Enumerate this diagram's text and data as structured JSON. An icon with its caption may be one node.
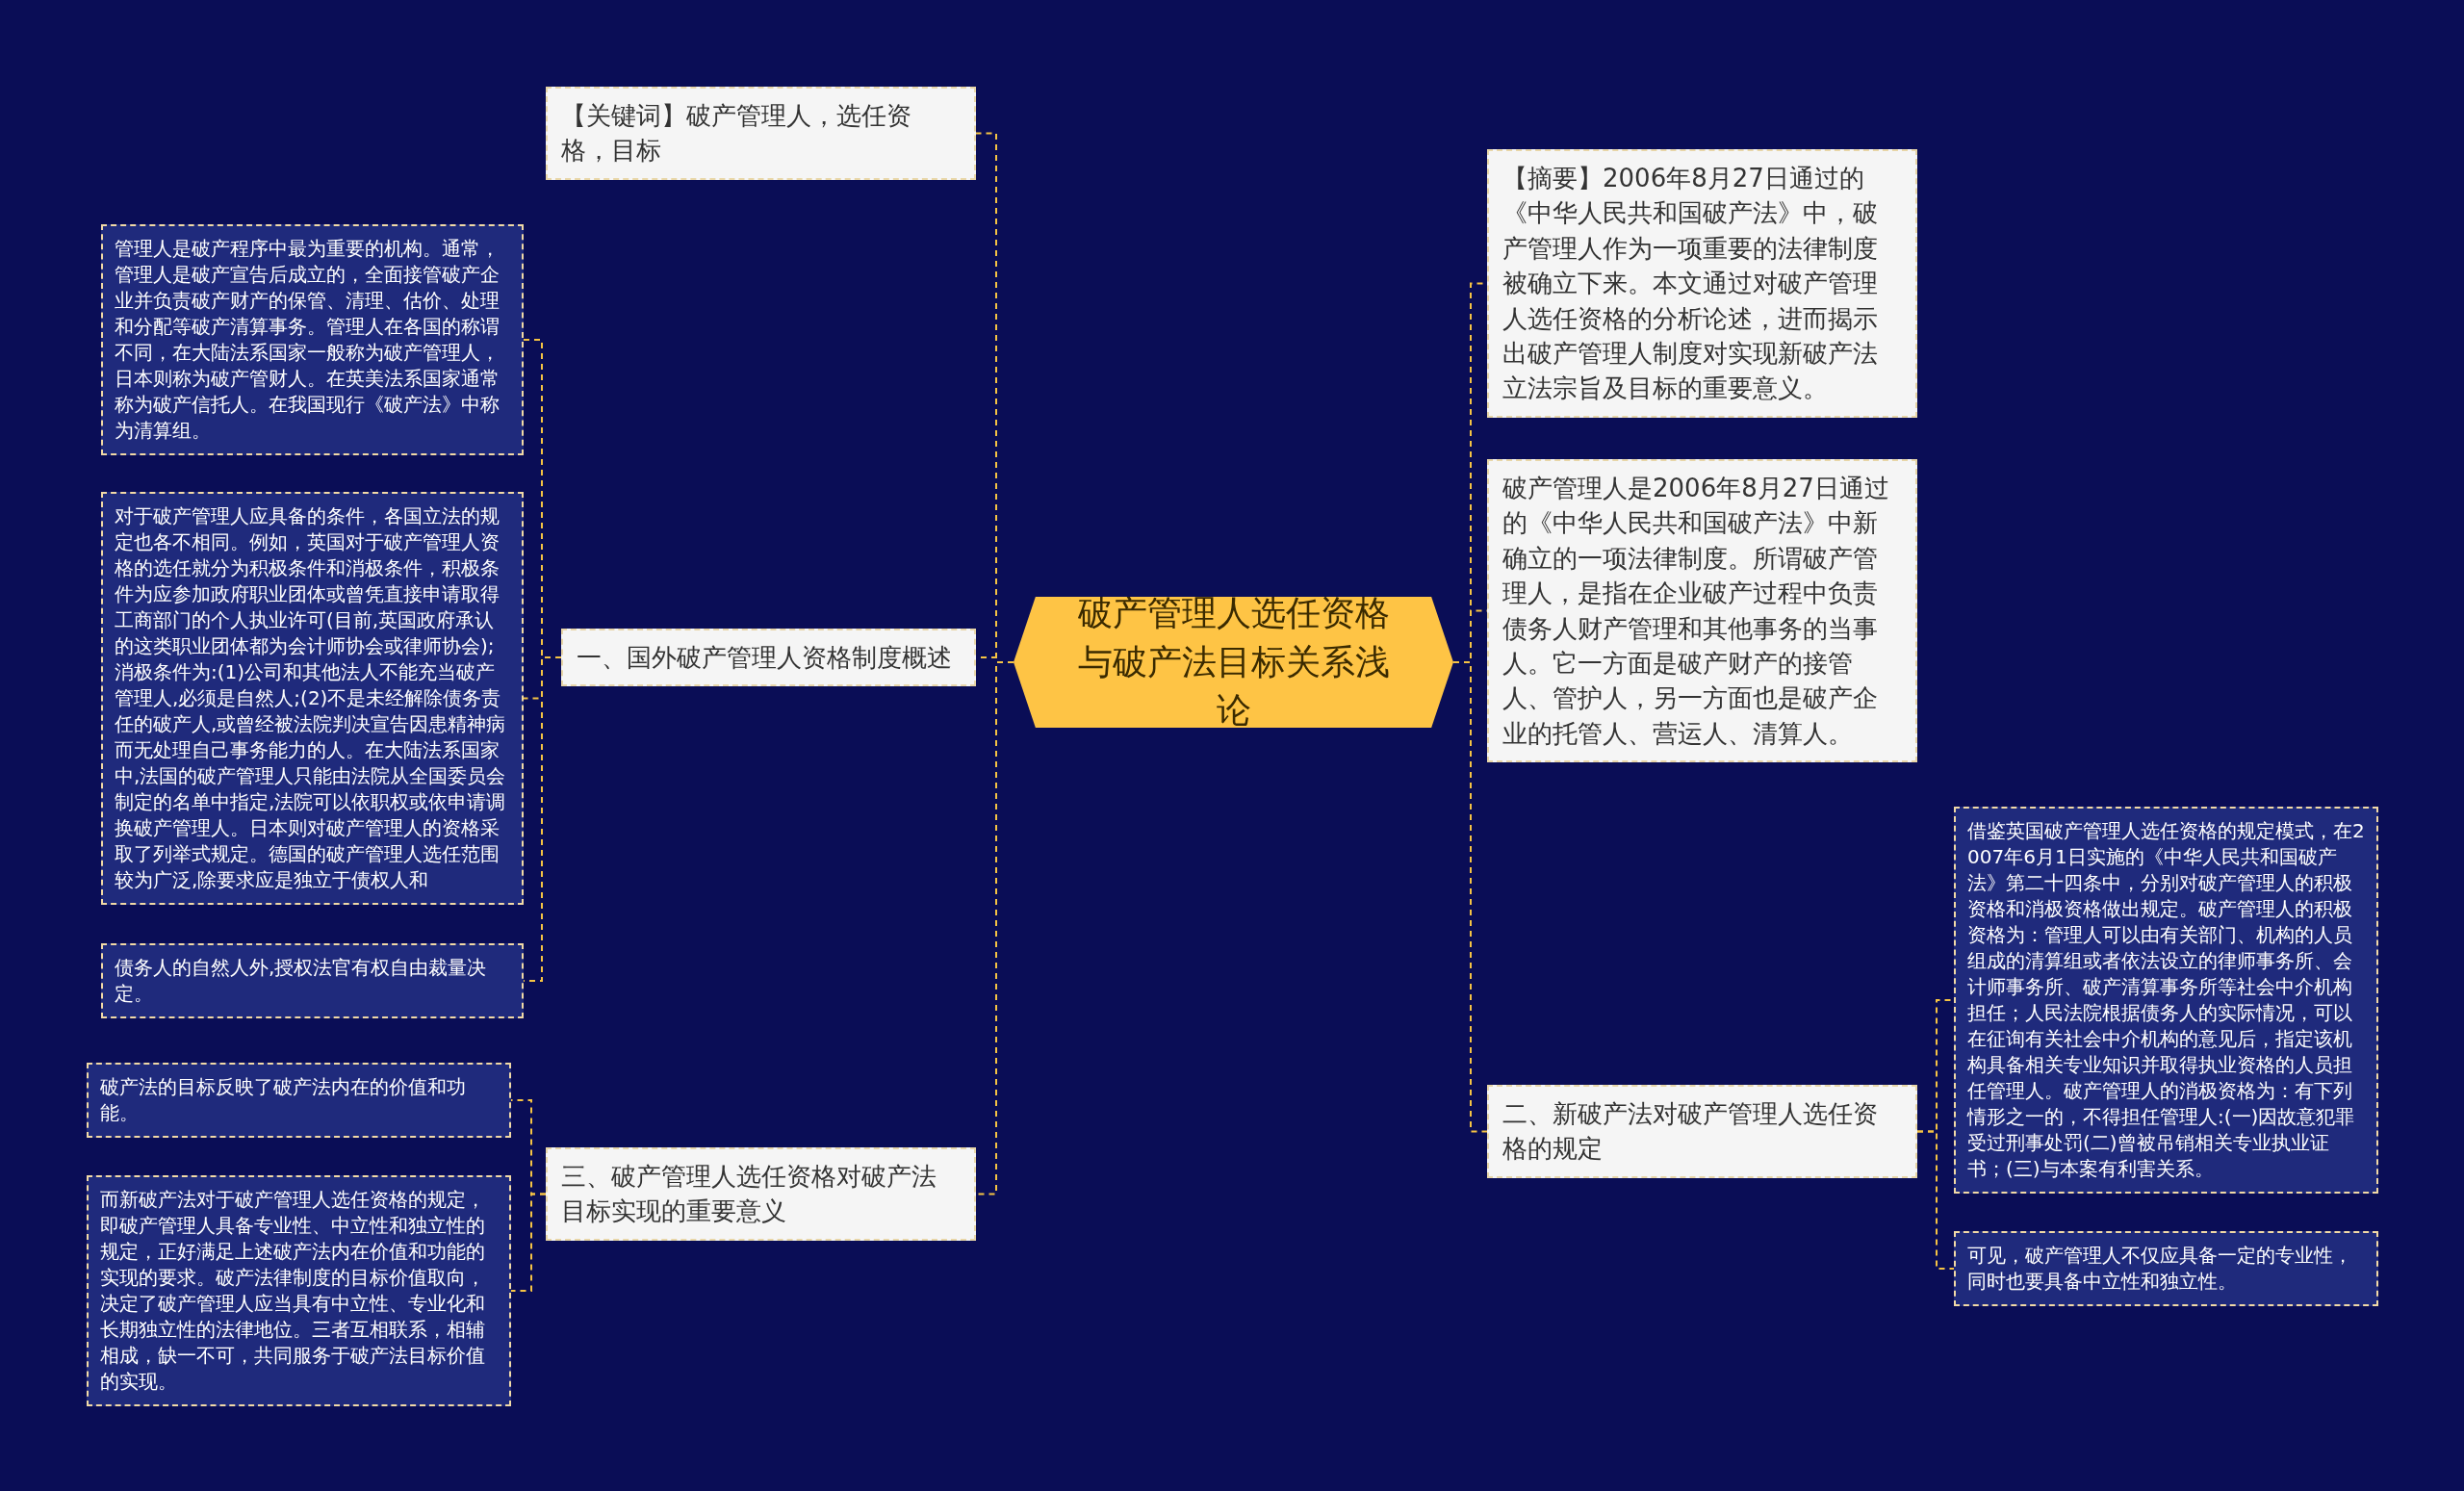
{
  "diagram": {
    "nodes": [
      {
        "text": [
          "破产管理人选任资格与破产法目标关系浅论"
        ]
      },
      {
        "text": [
          "【关键词】破产管理人，选任资格，目标"
        ]
      },
      {
        "text": [
          "一、国外破产管理人资格制度概述"
        ]
      },
      {
        "text": [
          "管理人是破产程序中最为重要的机构。通常，管理人是破产宣告后成立的，全面接管破产企业并负责破产财产的保管、清理、估价、处理和分配等破产清算事务。管理人在各国的称谓不同，在大陆法系国家一般称为破产管理人，日本则称为破产管财人。在英美法系国家通常称为破产信托人。在我国现行《破产法》中称为清算组。"
        ]
      },
      {
        "text": [
          "对于破产管理人应具备的条件，各国立法的规定也各不相同。例如，英国对于破产管理人资格的选任就分为积极条件和消极条件，积极条件为应参加政府职业团体或曾凭直接申请取得工商部门的个人执业许可(目前,英国政府承认的这类职业团体都为会计师协会或律师协会);消极条件为:(1)公司和其他法人不能充当破产管理人,必须是自然人;(2)不是未经解除债务责任的破产人,或曾经被法院判决宣告因患精神病而无处理自己事务能力的人。在大陆法系国家中,法国的破产管理人只能由法院从全国委员会制定的名单中指定,法院可以依职权或依申请调换破产管理人。日本则对破产管理人的资格采取了列举式规定。德国的破产管理人选任范围较为广泛,除要求应是独立于债权人和"
        ]
      },
      {
        "text": [
          "债务人的自然人外,授权法官有权自由裁量决定。"
        ]
      },
      {
        "text": [
          "三、破产管理人选任资格对破产法目标实现的重要意义"
        ]
      },
      {
        "text": [
          "破产法的目标反映了破产法内在的价值和功能。"
        ]
      },
      {
        "text": [
          "而新破产法对于破产管理人选任资格的规定，即破产管理人具备专业性、中立性和独立性的规定，正好满足上述破产法内在价值和功能的实现的要求。破产法律制度的目标价值取向，决定了破产管理人应当具有中立性、专业化和长期独立性的法律地位。三者互相联系，相辅相成，缺一不可，共同服务于破产法目标价值的实现。"
        ]
      },
      {
        "text": [
          "【摘要】2006年8月27日通过的《中华人民共和国破产法》中，破产管理人作为一项重要的法律制度被确立下来。本文通过对破产管理人选任资格的分析论述，进而揭示出破产管理人制度对实现新破产法立法宗旨及目标的重要意义。"
        ]
      },
      {
        "text": [
          "破产管理人是2006年8月27日通过的《中华人民共和国破产法》中新确立的一项法律制度。所谓破产管理人，是指在企业破产过程中负责债务人财产管理和其他事务的当事人。它一方面是破产财产的接管人、管护人，另一方面也是破产企业的托管人、营运人、清算人。"
        ]
      },
      {
        "text": [
          "二、新破产法对破产管理人选任资格的规定"
        ]
      },
      {
        "text": [
          "借鉴英国破产管理人选任资格的规定模式，在2007年6月1日实施的《中华人民共和国破产法》第二十四条中，分别对破产管理人的积极资格和消极资格做出规定。破产管理人的积极资格为：管理人可以由有关部门、机构的人员组成的清算组或者依法设立的律师事务所、会计师事务所、破产清算事务所等社会中介机构担任；人民法院根据债务人的实际情况，可以在征询有关社会中介机构的意见后，指定该机构具备相关专业知识并取得执业资格的人员担任管理人。破产管理人的消极资格为：有下列情形之一的，不得担任管理人:(一)因故意犯罪受过刑事处罚(二)曾被吊销相关专业执业证书；(三)与本案有利害关系。"
        ]
      },
      {
        "text": [
          "可见，破产管理人不仅应具备一定的专业性，同时也要具备中立性和独立性。"
        ]
      }
    ],
    "edges": [
      {
        "from": 0,
        "to": 1,
        "arrow": "none"
      },
      {
        "from": 0,
        "to": 2,
        "arrow": "none"
      },
      {
        "from": 2,
        "to": 3,
        "arrow": "none"
      },
      {
        "from": 2,
        "to": 4,
        "arrow": "none"
      },
      {
        "from": 2,
        "to": 5,
        "arrow": "none"
      },
      {
        "from": 0,
        "to": 6,
        "arrow": "none"
      },
      {
        "from": 6,
        "to": 7,
        "arrow": "none"
      },
      {
        "from": 6,
        "to": 8,
        "arrow": "none"
      },
      {
        "from": 0,
        "to": 9,
        "arrow": "none"
      },
      {
        "from": 0,
        "to": 10,
        "arrow": "none"
      },
      {
        "from": 0,
        "to": 11,
        "arrow": "none"
      },
      {
        "from": 11,
        "to": 12,
        "arrow": "none"
      },
      {
        "from": 11,
        "to": 13,
        "arrow": "none"
      }
    ]
  }
}
